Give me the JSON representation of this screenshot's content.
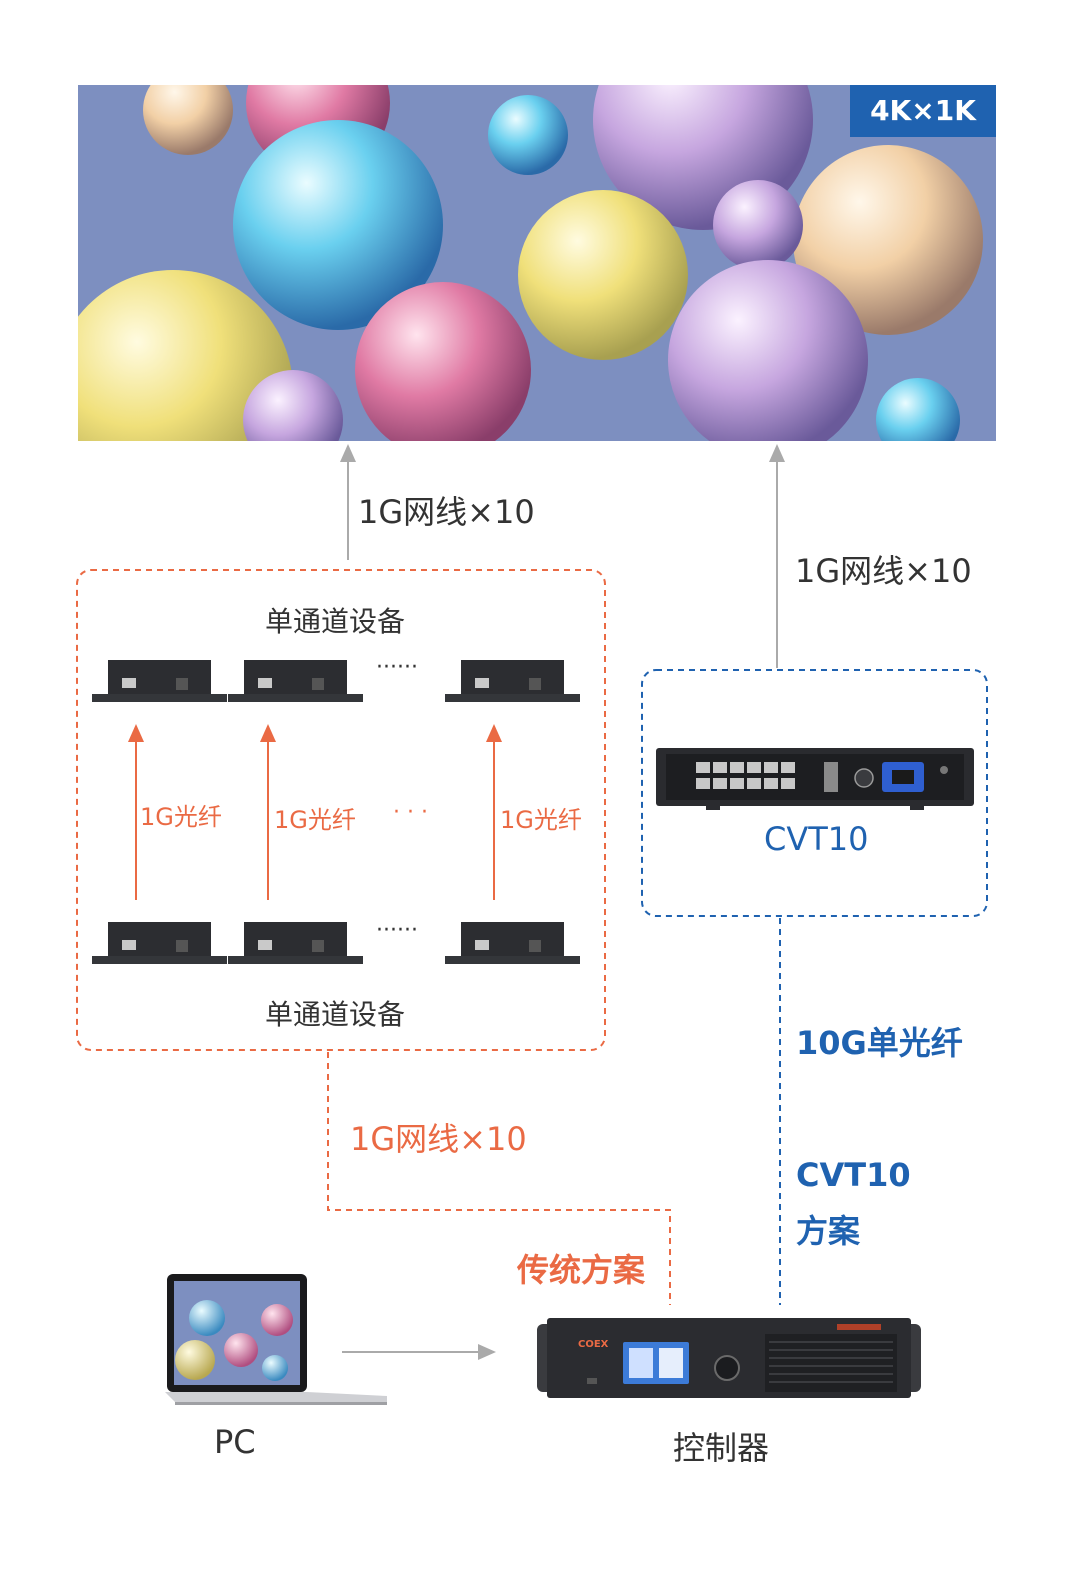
{
  "display": {
    "resolution_badge": "4K×1K",
    "colors": {
      "badge_bg": "#1f62b0",
      "sky": "#7d8fc0"
    }
  },
  "traditional": {
    "top_cable_label": "1G网线×10",
    "receivers_title": "单通道设备",
    "senders_title": "单通道设备",
    "fiber_labels": [
      "1G光纤",
      "1G光纤",
      "1G光纤"
    ],
    "ellipsis_top": "······",
    "ellipsis_mid": "· · ·",
    "ellipsis_bottom": "······",
    "bottom_cable_label": "1G网线×10",
    "scheme_label": "传统方案",
    "color": "#ea6a44"
  },
  "cvt": {
    "top_cable_label": "1G网线×10",
    "device_label": "CVT10",
    "fiber_label": "10G单光纤",
    "scheme_label_line1": "CVT10",
    "scheme_label_line2": "方案",
    "color": "#1f62b0"
  },
  "pc": {
    "label": "PC"
  },
  "controller": {
    "label": "控制器",
    "brand": "COEX"
  }
}
